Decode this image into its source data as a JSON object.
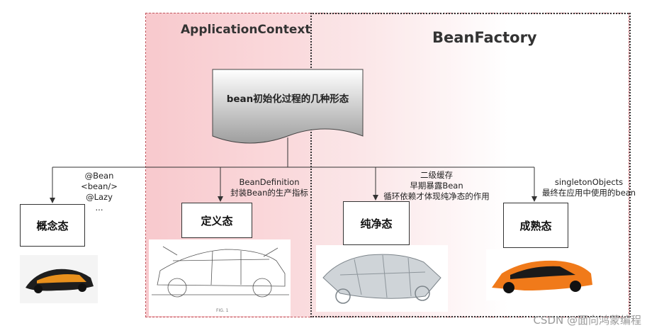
{
  "regions": {
    "application_context": "ApplicationContext",
    "bean_factory": "BeanFactory"
  },
  "root": {
    "label": "bean初始化过程的几种形态"
  },
  "states": {
    "concept": {
      "label": "概念态",
      "annotation": [
        "@Bean",
        "<bean/>",
        "@Lazy",
        "..."
      ]
    },
    "definition": {
      "label": "定义态",
      "annotation": [
        "BeanDefinition",
        "封装Bean的生产指标"
      ]
    },
    "pure": {
      "label": "纯净态",
      "annotation": [
        "二级缓存",
        "早期暴露Bean",
        "循环依赖才体现纯净态的作用"
      ]
    },
    "mature": {
      "label": "成熟态",
      "annotation": [
        "singletonObjects",
        "最终在应用中使用的bean"
      ]
    }
  },
  "watermark": "CSDN @面向鸿蒙编程",
  "colors": {
    "context_fill": "#f8c9cd",
    "context_border": "#c0545c",
    "doc_gradient_top": "#ffffff",
    "doc_gradient_bottom": "#9e9e9e",
    "car_orange": "#e8901c"
  },
  "icons": {
    "concept": "orange-concept-car-image",
    "definition": "car-patent-sketch-image",
    "pure": "car-body-frame-image",
    "mature": "orange-supercar-image"
  }
}
